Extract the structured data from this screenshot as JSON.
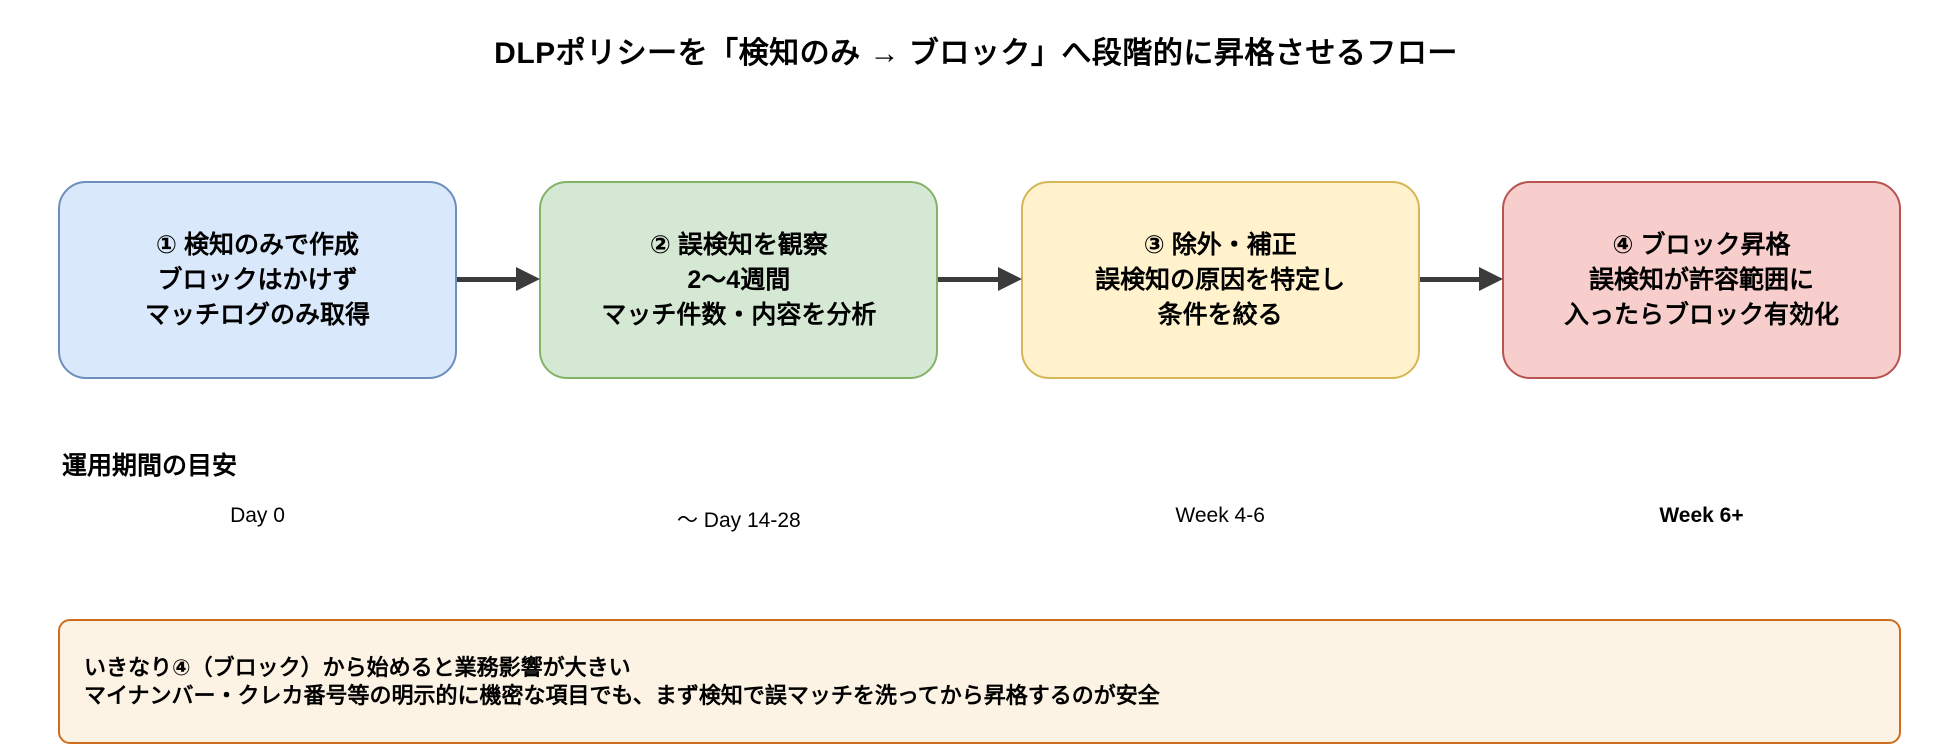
{
  "title": "DLPポリシーを「検知のみ → ブロック」へ段階的に昇格させるフロー",
  "flow": {
    "arrow_color": "#3b3b3b",
    "steps": [
      {
        "label": "① 検知のみで作成\nブロックはかけず\nマッチログのみ取得",
        "fill": "#dae8fc",
        "stroke": "#6c8ebf"
      },
      {
        "label": "② 誤検知を観察\n2〜4週間\nマッチ件数・内容を分析",
        "fill": "#d5e8d4",
        "stroke": "#82b366"
      },
      {
        "label": "③ 除外・補正\n誤検知の原因を特定し\n条件を絞る",
        "fill": "#fff2cc",
        "stroke": "#d6b656"
      },
      {
        "label": "④ ブロック昇格\n誤検知が許容範囲に\n入ったらブロック有効化",
        "fill": "#f8cecc",
        "stroke": "#b85450"
      }
    ]
  },
  "timeline": {
    "heading": "運用期間の目安",
    "labels": [
      {
        "text": "Day 0",
        "bold": false
      },
      {
        "text": "〜 Day 14-28",
        "bold": false
      },
      {
        "text": "Week 4-6",
        "bold": false
      },
      {
        "text": "Week 6+",
        "bold": true
      }
    ]
  },
  "note": {
    "fill": "#fdf3e4",
    "stroke": "#cd6d1d",
    "lines": [
      "いきなり④（ブロック）から始めると業務影響が大きい",
      "マイナンバー・クレカ番号等の明示的に機密な項目でも、まず検知で誤マッチを洗ってから昇格するのが安全"
    ]
  }
}
